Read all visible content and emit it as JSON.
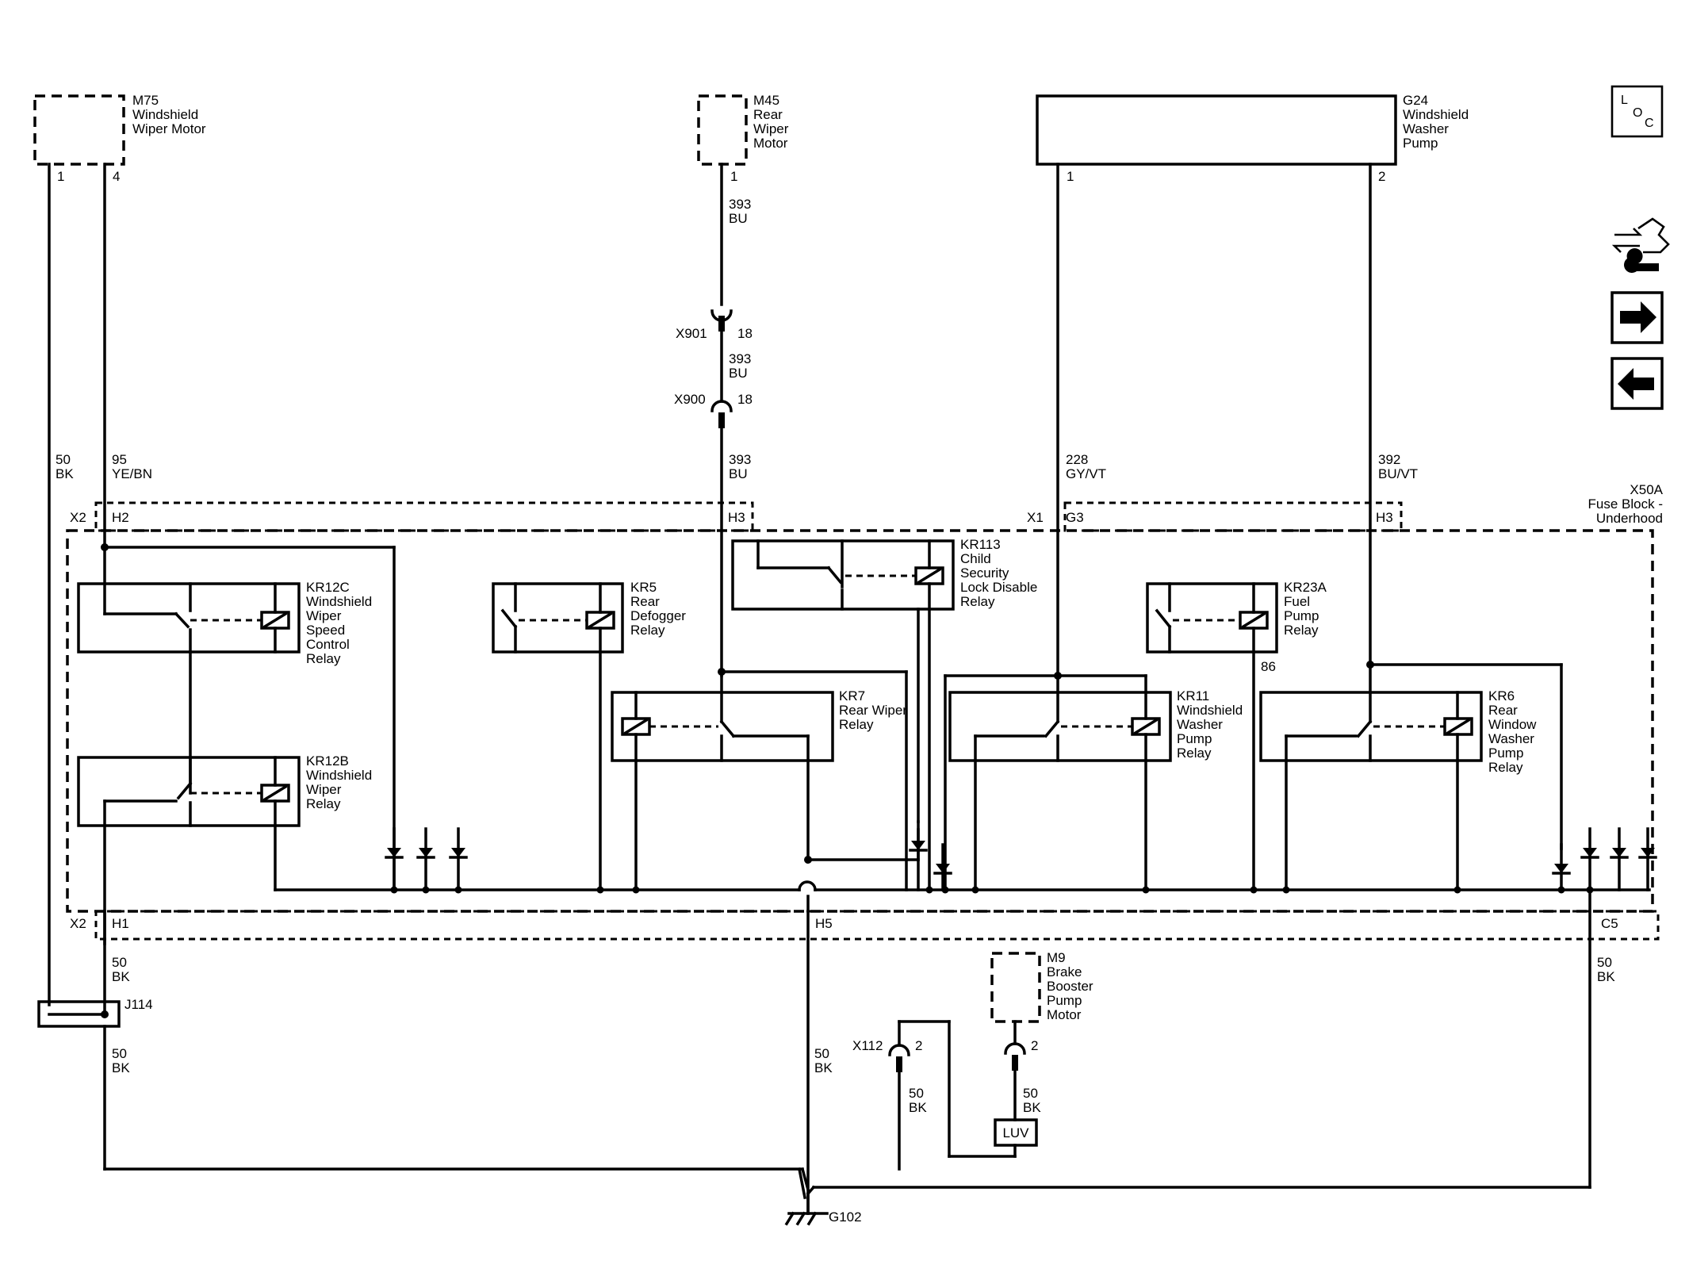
{
  "components": {
    "m75": [
      "M75",
      "Windshield",
      "Wiper Motor"
    ],
    "m45": [
      "M45",
      "Rear",
      "Wiper",
      "Motor"
    ],
    "g24": [
      "G24",
      "Windshield",
      "Washer",
      "Pump"
    ],
    "m9": [
      "M9",
      "Brake",
      "Booster",
      "Pump",
      "Motor"
    ],
    "x50a": [
      "X50A",
      "Fuse Block -",
      "Underhood"
    ],
    "luv": "LUV",
    "j114": "J114",
    "g102": "G102"
  },
  "relays": {
    "kr12c": [
      "KR12C",
      "Windshield",
      "Wiper",
      "Speed",
      "Control",
      "Relay"
    ],
    "kr12b": [
      "KR12B",
      "Windshield",
      "Wiper",
      "Relay"
    ],
    "kr5": [
      "KR5",
      "Rear",
      "Defogger",
      "Relay"
    ],
    "kr113": [
      "KR113",
      "Child",
      "Security",
      "Lock Disable",
      "Relay"
    ],
    "kr7": [
      "KR7",
      "Rear Wiper",
      "Relay"
    ],
    "kr11": [
      "KR11",
      "Windshield",
      "Washer",
      "Pump",
      "Relay"
    ],
    "kr23a": [
      "KR23A",
      "Fuel",
      "Pump",
      "Relay"
    ],
    "kr6": [
      "KR6",
      "Rear",
      "Window",
      "Washer",
      "Pump",
      "Relay"
    ]
  },
  "connectors": {
    "x901": "X901",
    "x900": "X900",
    "x112": "X112",
    "x2_top": "X2",
    "x1_top": "X1",
    "x2_bottom": "X2",
    "h2": "H2",
    "h3_left": "H3",
    "g3": "G3",
    "h3_right": "H3",
    "h1": "H1",
    "h5": "H5",
    "c5": "C5"
  },
  "pins": {
    "m75_1": "1",
    "m75_4": "4",
    "m45_1": "1",
    "g24_1": "1",
    "g24_2": "2",
    "x901": "18",
    "x900": "18",
    "kr23a_86": "86",
    "x112": "2",
    "m9": "2"
  },
  "wires": {
    "m45_a": [
      "393",
      "BU"
    ],
    "m45_b": [
      "393",
      "BU"
    ],
    "m45_c": [
      "393",
      "BU"
    ],
    "m75_gnd": [
      "50",
      "BK"
    ],
    "m75_sig": [
      "95",
      "YE/BN"
    ],
    "g24_1": [
      "228",
      "GY/VT"
    ],
    "g24_2": [
      "392",
      "BU/VT"
    ],
    "h1_out": [
      "50",
      "BK"
    ],
    "j114_out": [
      "50",
      "BK"
    ],
    "h5_out": [
      "50",
      "BK"
    ],
    "c5_out": [
      "50",
      "BK"
    ],
    "x112_out": [
      "50",
      "BK"
    ],
    "m9_out": [
      "50",
      "BK"
    ]
  },
  "nav_icons": {
    "loc": [
      "L",
      "O",
      "C"
    ],
    "names": [
      "loc-icon",
      "connector-end-view-icon",
      "next-page-icon",
      "previous-page-icon"
    ]
  }
}
